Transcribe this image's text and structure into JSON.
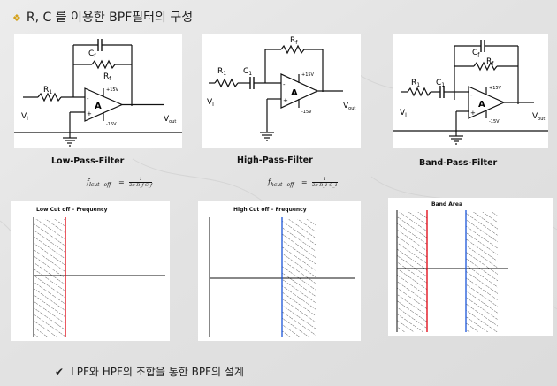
{
  "slide_title": "R, C 를 이용한 BPF필터의 구성",
  "bullet_icon": "diamond-bullet-icon",
  "circuits": [
    {
      "label": "Low-Pass-Filter",
      "parts": {
        "cf": "C",
        "cf_sub": "f",
        "rf": "R",
        "rf_sub": "f",
        "r1": "R",
        "r1_sub": "1",
        "vin": "V",
        "vin_sub": "I",
        "vout": "V",
        "vout_sub": "out",
        "amp": "A",
        "vpos": "+15V",
        "vneg": "-15V"
      }
    },
    {
      "label": "High-Pass-Filter",
      "parts": {
        "rf": "R",
        "rf_sub": "f",
        "r1": "R",
        "r1_sub": "1",
        "c1": "C",
        "c1_sub": "1",
        "vin": "V",
        "vin_sub": "I",
        "vout": "V",
        "vout_sub": "out",
        "amp": "A",
        "vpos": "+15V",
        "vneg": "-15V"
      }
    },
    {
      "label": "Band-Pass-Filter",
      "parts": {
        "cf": "C",
        "cf_sub": "f",
        "rf": "R",
        "rf_sub": "f",
        "r1": "R",
        "r1_sub": "1",
        "c1": "C",
        "c1_sub": "1",
        "vin": "V",
        "vin_sub": "I",
        "vout": "V",
        "vout_sub": "out",
        "amp": "A",
        "vpos": "+15V",
        "vneg": "-15V"
      }
    }
  ],
  "formulas": [
    {
      "lhs": "f",
      "lhs_sub": "lcut−off",
      "eq": "=",
      "num": "1",
      "den": "2π R_f C_f"
    },
    {
      "lhs": "f",
      "lhs_sub": "hcut−off",
      "eq": "=",
      "num": "1",
      "den": "2π R_1 C_1"
    }
  ],
  "graphs": [
    {
      "label": "Low Cut off – Frequency",
      "cutoff_color": "#e0000e"
    },
    {
      "label": "High Cut off – Frequency",
      "cutoff_color": "#1a55d8"
    },
    {
      "label": "Band Area",
      "low_color": "#e0000e",
      "high_color": "#1a55d8"
    }
  ],
  "conclusion": {
    "check_icon": "checkmark-icon",
    "check": "✔",
    "text": "LPF와 HPF의 조합을 통한 BPF의 설계"
  }
}
